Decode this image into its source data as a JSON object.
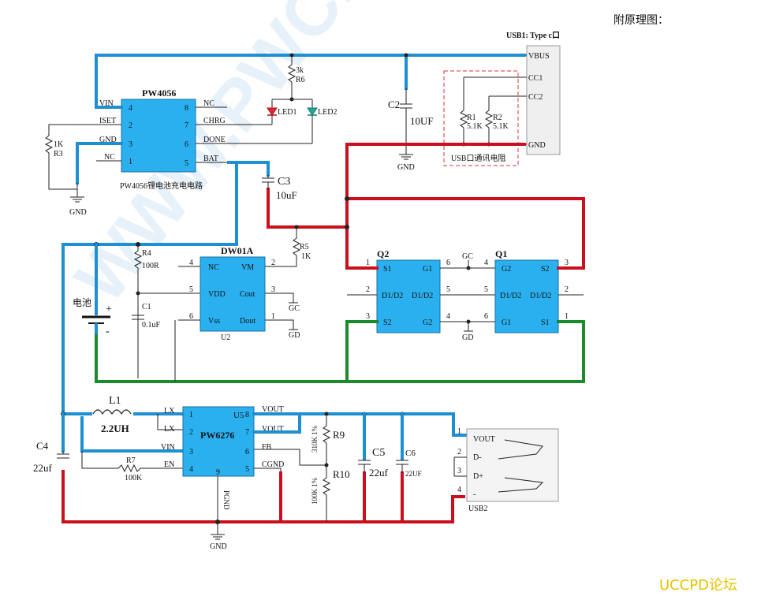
{
  "header_note": "附原理图：",
  "watermark": "WWW.PWCHIP.COM",
  "brand": "UCCPD论坛",
  "usb1": {
    "title": "USB1: Type c口",
    "pins": [
      "VBUS",
      "CC1",
      "CC2",
      "GND"
    ],
    "box_label": "USB口通讯电阻"
  },
  "pw4056": {
    "name": "PW4056",
    "caption": "PW4056锂电池充电电路",
    "left_pins": [
      {
        "n": "VIN",
        "num": "4"
      },
      {
        "n": "ISET",
        "num": "2"
      },
      {
        "n": "GND",
        "num": "3"
      },
      {
        "n": "NC",
        "num": "1"
      }
    ],
    "right_pins": [
      {
        "n": "NC",
        "num": "8"
      },
      {
        "n": "CHRG",
        "num": "7"
      },
      {
        "n": "DONE",
        "num": "6"
      },
      {
        "n": "BAT",
        "num": "5"
      }
    ]
  },
  "dw01a": {
    "name": "DW01A",
    "ref": "U2",
    "left_pins": [
      {
        "n": "NC",
        "num": "4"
      },
      {
        "n": "VDD",
        "num": "5"
      },
      {
        "n": "Vss",
        "num": "6"
      }
    ],
    "right_pins": [
      {
        "n": "VM",
        "num": "2"
      },
      {
        "n": "Cout",
        "num": "3"
      },
      {
        "n": "Dout",
        "num": "1"
      }
    ]
  },
  "q2": {
    "name": "Q2",
    "pins": [
      "S1",
      "G1",
      "D1/D2",
      "D1/D2",
      "S2",
      "G2"
    ],
    "nums": [
      "1",
      "6",
      "2",
      "5",
      "3",
      "4"
    ]
  },
  "q1": {
    "name": "Q1",
    "pins": [
      "G2",
      "S2",
      "D1/D2",
      "D1/D2",
      "G1",
      "S1"
    ],
    "nums": [
      "4",
      "3",
      "5",
      "2",
      "6",
      "1"
    ]
  },
  "pw6276": {
    "name": "PW6276",
    "ref": "U5",
    "left_pins": [
      {
        "n": "LX",
        "num": "1"
      },
      {
        "n": "LX",
        "num": "2"
      },
      {
        "n": "VIN",
        "num": "3"
      },
      {
        "n": "EN",
        "num": "4"
      }
    ],
    "right_pins": [
      {
        "n": "VOUT",
        "num": "8"
      },
      {
        "n": "VOUT",
        "num": "7"
      },
      {
        "n": "FB",
        "num": "6"
      },
      {
        "n": "CGND",
        "num": "5"
      }
    ],
    "bottom_pin": {
      "n": "PGND",
      "num": "9"
    }
  },
  "usb2": {
    "ref": "USB2",
    "pins": [
      "VOUT",
      "D-",
      "D+",
      "-"
    ],
    "nums": [
      "1",
      "2",
      "3",
      "4"
    ]
  },
  "components": {
    "r1": {
      "ref": "R1",
      "val": "5.1K"
    },
    "r2": {
      "ref": "R2",
      "val": "5.1K"
    },
    "r3": {
      "ref": "R3",
      "val": "1K"
    },
    "r4": {
      "ref": "R4",
      "val": "100R"
    },
    "r5": {
      "ref": "R5",
      "val": "1K"
    },
    "r6": {
      "ref": "R6",
      "val": "3k"
    },
    "r7": {
      "ref": "R7",
      "val": "100K"
    },
    "r9": {
      "ref": "R9",
      "val": "310K 1%"
    },
    "r10": {
      "ref": "R10",
      "val": "100K 1%"
    },
    "c1": {
      "ref": "C1",
      "val": "0.1uF"
    },
    "c2": {
      "ref": "C2",
      "val": "10UF"
    },
    "c3": {
      "ref": "C3",
      "val": "10uF"
    },
    "c4": {
      "ref": "C4",
      "val": "22uf"
    },
    "c5": {
      "ref": "C5",
      "val": "22uf"
    },
    "c6": {
      "ref": "C6",
      "val": "22UF"
    },
    "l1": {
      "ref": "L1",
      "val": "2.2UH"
    },
    "led1": "LED1",
    "led2": "LED2",
    "battery": "电池",
    "plus": "+",
    "minus": "-"
  },
  "net_labels": {
    "gnd": "GND",
    "gc": "GC",
    "gd": "GD"
  }
}
